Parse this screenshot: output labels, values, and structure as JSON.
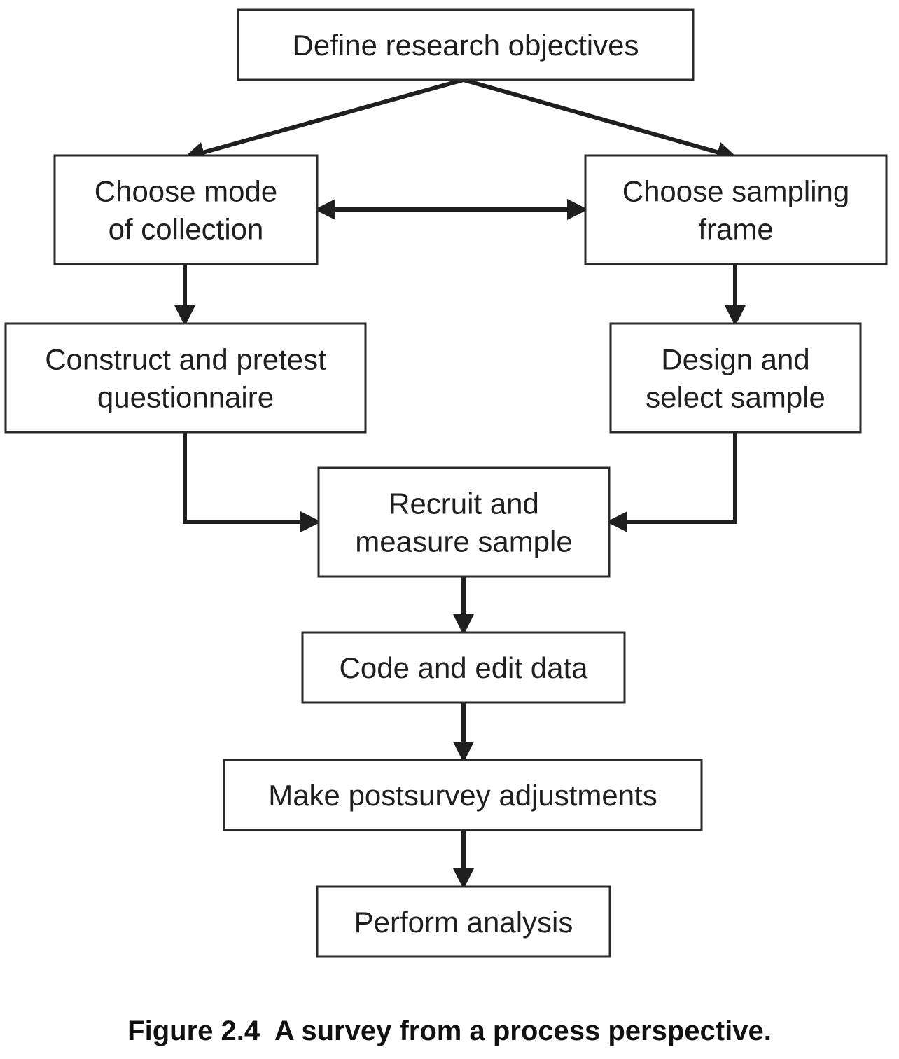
{
  "nodes": {
    "define": {
      "lines": [
        "Define research objectives"
      ]
    },
    "mode": {
      "lines": [
        "Choose mode",
        "of collection"
      ]
    },
    "frame": {
      "lines": [
        "Choose sampling",
        "frame"
      ]
    },
    "construct": {
      "lines": [
        "Construct and pretest",
        "questionnaire"
      ]
    },
    "design": {
      "lines": [
        "Design and",
        "select sample"
      ]
    },
    "recruit": {
      "lines": [
        "Recruit and",
        "measure sample"
      ]
    },
    "code": {
      "lines": [
        "Code and edit data"
      ]
    },
    "adjust": {
      "lines": [
        "Make postsurvey adjustments"
      ]
    },
    "analysis": {
      "lines": [
        "Perform analysis"
      ]
    }
  },
  "edges": [
    {
      "from": "define",
      "to": "mode"
    },
    {
      "from": "define",
      "to": "frame"
    },
    {
      "from": "mode",
      "to": "frame",
      "bidirectional": true
    },
    {
      "from": "mode",
      "to": "construct"
    },
    {
      "from": "frame",
      "to": "design"
    },
    {
      "from": "construct",
      "to": "recruit"
    },
    {
      "from": "design",
      "to": "recruit"
    },
    {
      "from": "recruit",
      "to": "code"
    },
    {
      "from": "code",
      "to": "adjust"
    },
    {
      "from": "adjust",
      "to": "analysis"
    }
  ],
  "caption": "Figure 2.4  A survey from a process perspective."
}
